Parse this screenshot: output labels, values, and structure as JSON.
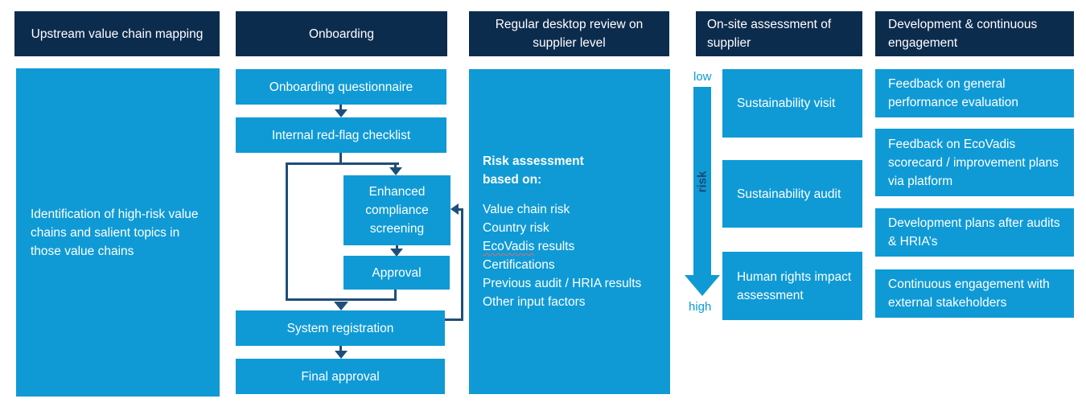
{
  "palette": {
    "header_bg": "#0C2C4E",
    "box_bg": "#0F9AD6",
    "connector": "#1F4E79",
    "text_on_blue": "#FFFFFF",
    "risk_label_color": "#1B4A74",
    "spellcheck_color": "#E06B6B"
  },
  "columns": [
    {
      "header": "Upstream value chain mapping",
      "body": "Identification of high-risk value chains and salient topics in those value chains"
    },
    {
      "header": "Onboarding",
      "steps": [
        "Onboarding questionnaire",
        "Internal red-flag checklist",
        "Enhanced compliance screening",
        "Approval",
        "System registration",
        "Final approval"
      ]
    },
    {
      "header": "Regular desktop review on supplier level",
      "risk_heading_lines": [
        "Risk assessment",
        "based on:"
      ],
      "factors": [
        "Value chain risk",
        "Country risk",
        "EcoVadis results",
        "Certifications",
        "Previous audit / HRIA results",
        "Other input factors"
      ],
      "misspelled_word": "EcoVadis"
    },
    {
      "header": "On-site assessment of supplier",
      "risk_axis": {
        "low": "low",
        "label": "risk",
        "high": "high"
      },
      "boxes": [
        "Sustainability visit",
        "Sustainability audit",
        "Human rights impact assessment"
      ]
    },
    {
      "header": "Development & continuous engagement",
      "boxes": [
        "Feedback on general performance evaluation",
        "Feedback on EcoVadis scorecard / improvement plans via platform",
        "Development plans after audits & HRIA’s",
        "Continuous engagement with external stakeholders"
      ]
    }
  ]
}
